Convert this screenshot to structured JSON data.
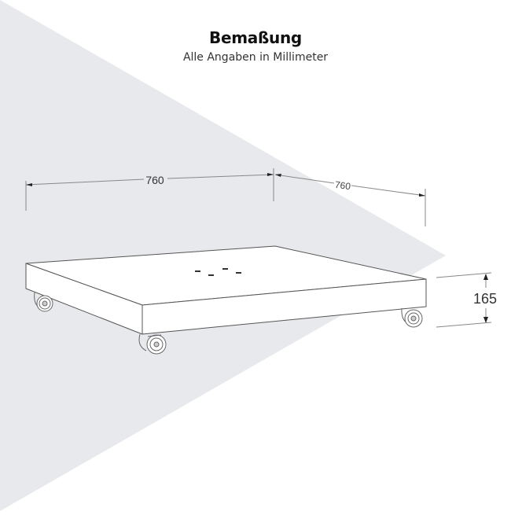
{
  "header": {
    "title": "Bemaßung",
    "subtitle": "Alle Angaben in Millimeter"
  },
  "dimensions": {
    "width": "760",
    "depth": "760",
    "height": "165"
  },
  "colors": {
    "background": "#ffffff",
    "triangle": "#e8e9ec",
    "line": "#555555",
    "dim_line": "#888888",
    "text": "#222222"
  }
}
